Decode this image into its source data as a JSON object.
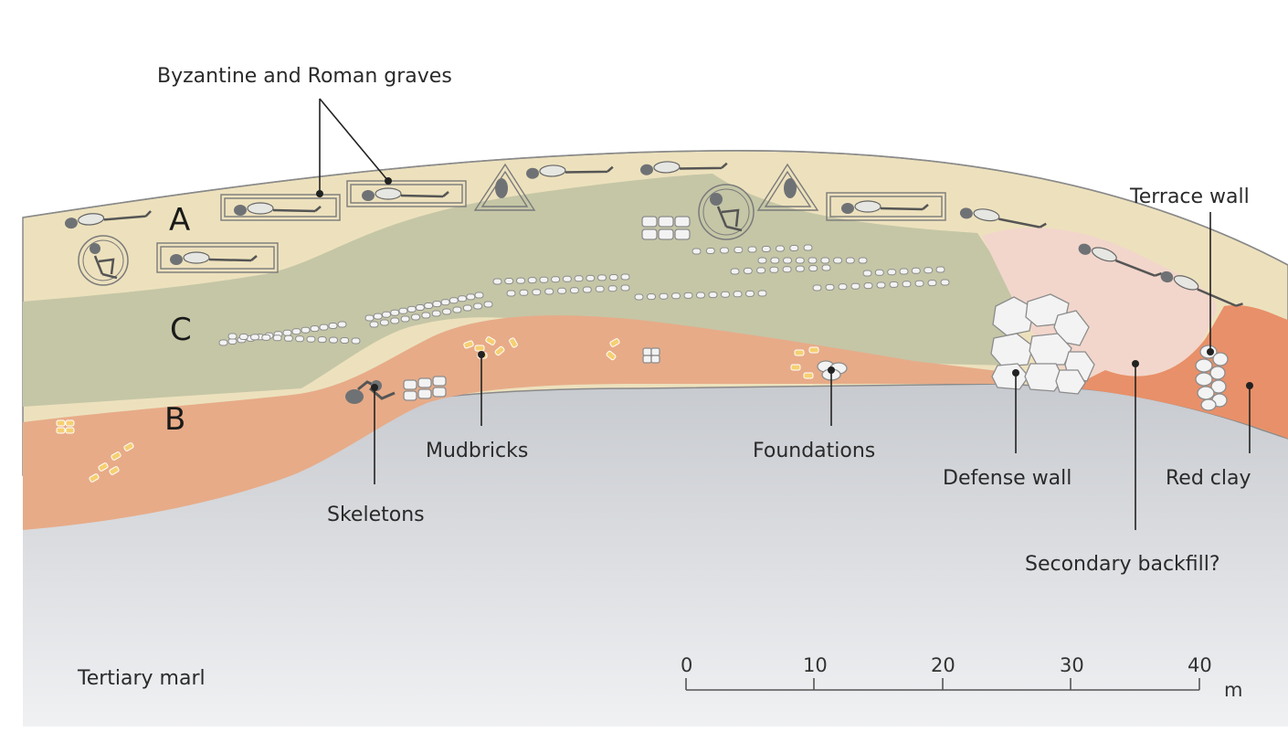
{
  "labels": {
    "graves": "Byzantine and Roman graves",
    "terrace_wall": "Terrace wall",
    "skeletons": "Skeletons",
    "mudbricks": "Mudbricks",
    "foundations": "Foundations",
    "defense_wall": "Defense wall",
    "red_clay": "Red clay",
    "secondary_backfill": "Secondary backfill?",
    "tertiary_marl": "Tertiary marl"
  },
  "layers": {
    "a": "A",
    "b": "B",
    "c": "C"
  },
  "scale_bar": {
    "ticks": [
      "0",
      "10",
      "20",
      "30",
      "40"
    ],
    "unit": "m"
  },
  "colors": {
    "layer_a": "#ede1bd",
    "layer_c": "#c5c6a6",
    "layer_b": "#e7ab88",
    "red_clay": "#e89069",
    "backfill": "#f2d6cb",
    "marl_top": "#c4c7cc",
    "marl_bottom": "#eef0f2",
    "stone": "#f3f3f3",
    "brick": "#f6cf72",
    "grave_fill": "#6f7275"
  }
}
